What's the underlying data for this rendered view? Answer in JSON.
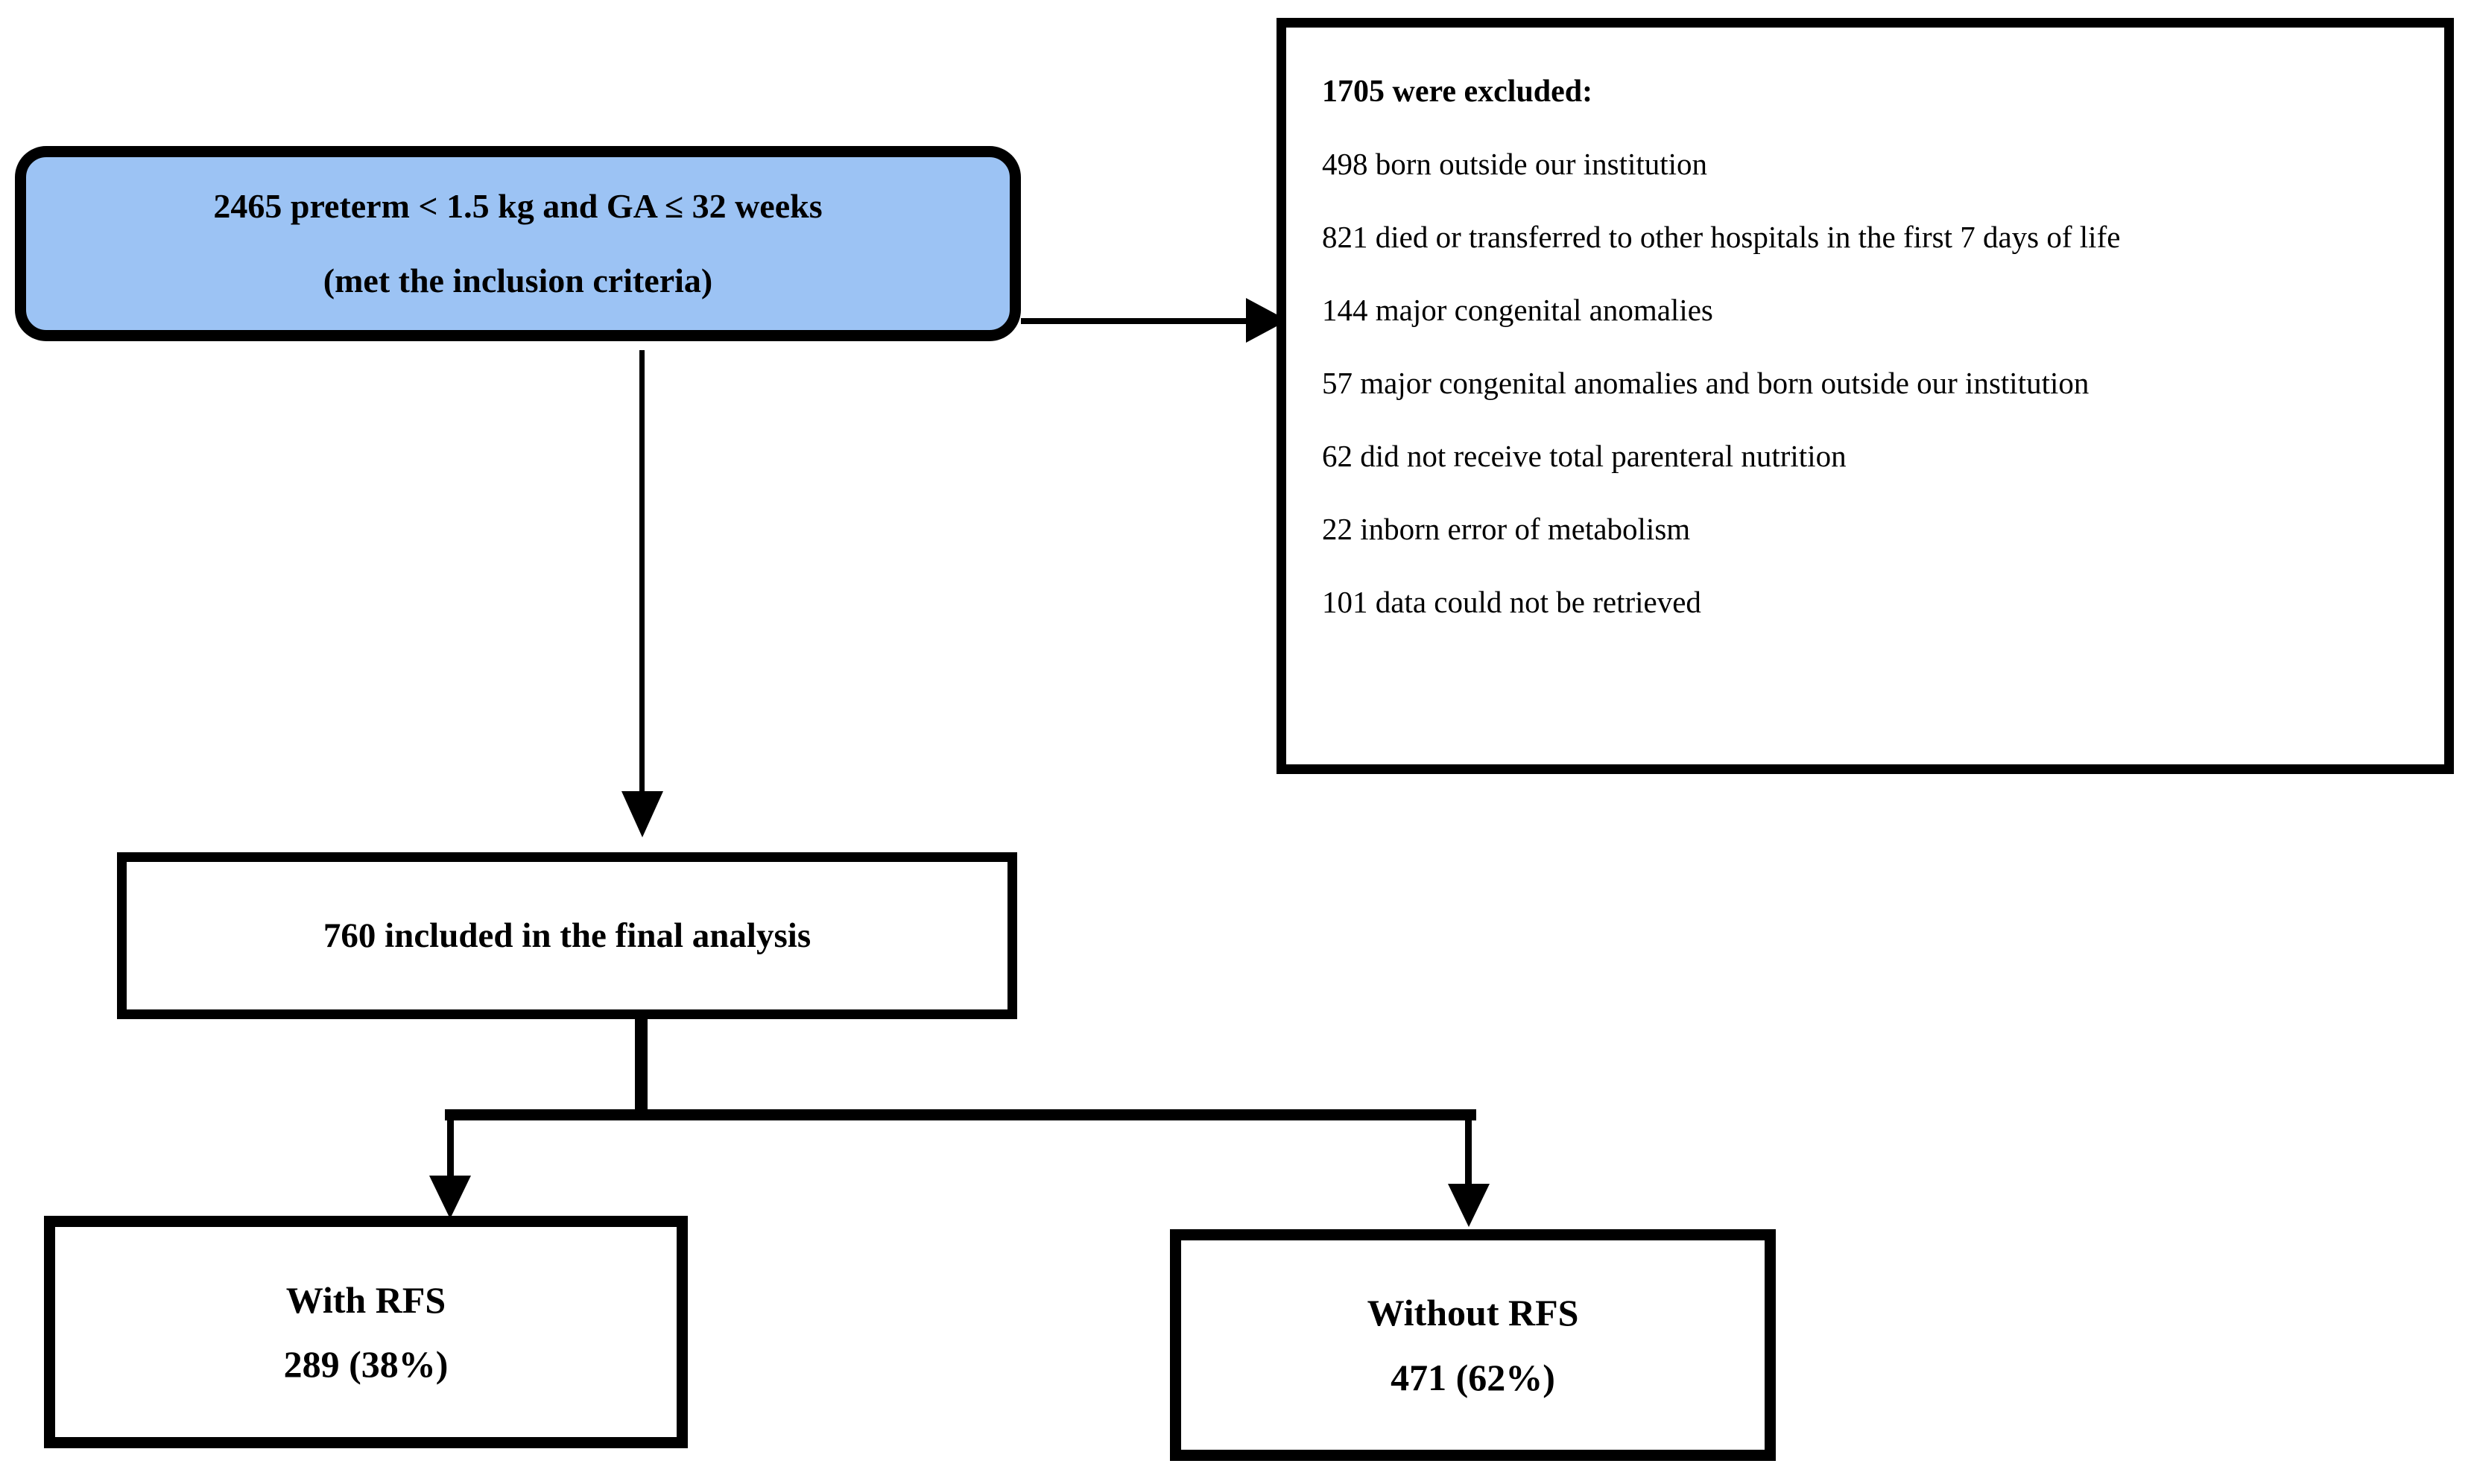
{
  "diagram": {
    "type": "study-flow-diagram",
    "colors": {
      "inclusion_box_fill": "#9CC3F4",
      "border": "#000000",
      "text": "#000000",
      "background": "#ffffff"
    },
    "nodes": {
      "inclusion": {
        "line_1": "2465 preterm < 1.5 kg and GA ≤ 32 weeks",
        "line_2": "(met the inclusion criteria)"
      },
      "exclusions": {
        "title": "1705 were excluded:",
        "items": [
          "498 born outside our institution",
          "821 died or transferred to other hospitals in the first 7 days of life",
          "144 major congenital anomalies",
          "57 major congenital anomalies and born outside our institution",
          "62 did not receive total parenteral nutrition",
          "22 inborn error of metabolism",
          "101 data could not be retrieved"
        ]
      },
      "included": {
        "label": "760 included in the final analysis"
      },
      "with_rfs": {
        "line_1": "With RFS",
        "line_2": "289 (38%)"
      },
      "without_rfs": {
        "line_1": "Without RFS",
        "line_2": "471 (62%)"
      }
    }
  }
}
